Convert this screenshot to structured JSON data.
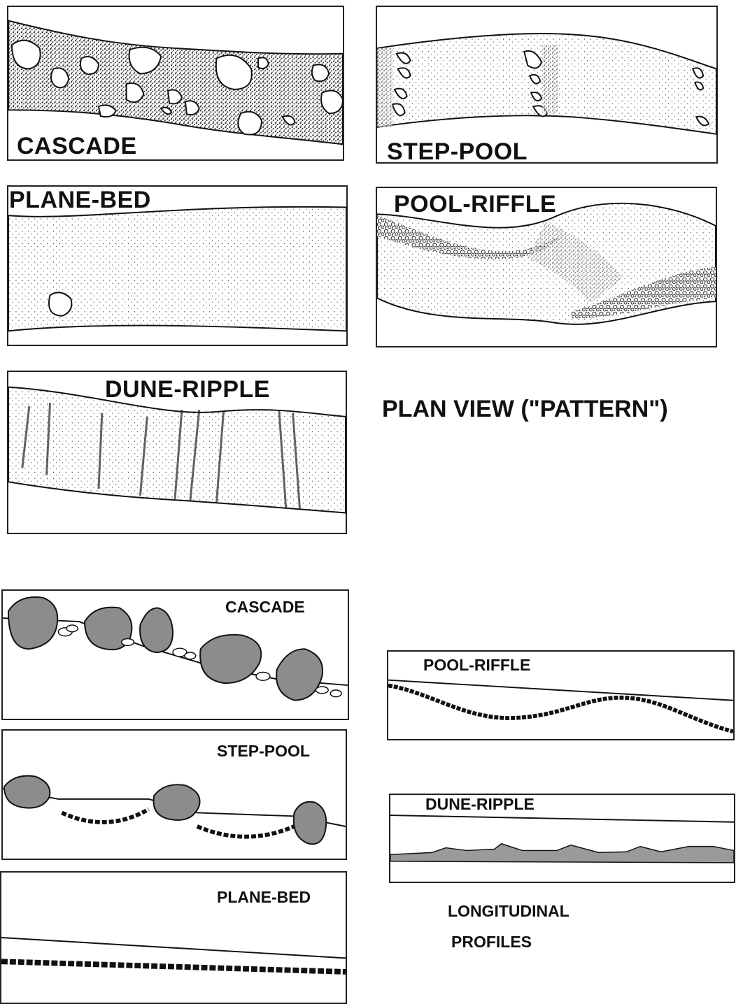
{
  "plan_view": {
    "caption": "PLAN VIEW (\"PATTERN\")",
    "panels": [
      {
        "key": "cascade",
        "label": "CASCADE"
      },
      {
        "key": "step_pool",
        "label": "STEP-POOL"
      },
      {
        "key": "plane_bed",
        "label": "PLANE-BED"
      },
      {
        "key": "pool_riffle",
        "label": "POOL-RIFFLE"
      },
      {
        "key": "dune_ripple",
        "label": "DUNE-RIPPLE"
      }
    ]
  },
  "profiles": {
    "caption_line1": "LONGITUDINAL",
    "caption_line2": "PROFILES",
    "panels": [
      {
        "key": "cascade",
        "label": "CASCADE"
      },
      {
        "key": "step_pool",
        "label": "STEP-POOL"
      },
      {
        "key": "plane_bed",
        "label": "PLANE-BED"
      },
      {
        "key": "pool_riffle",
        "label": "POOL-RIFFLE"
      },
      {
        "key": "dune_ripple",
        "label": "DUNE-RIPPLE"
      }
    ]
  },
  "colors": {
    "ink": "#111111",
    "boulder_fill": "#8c8c8c",
    "stipple": "#333333",
    "bed_fill": "#9a9a9a"
  }
}
